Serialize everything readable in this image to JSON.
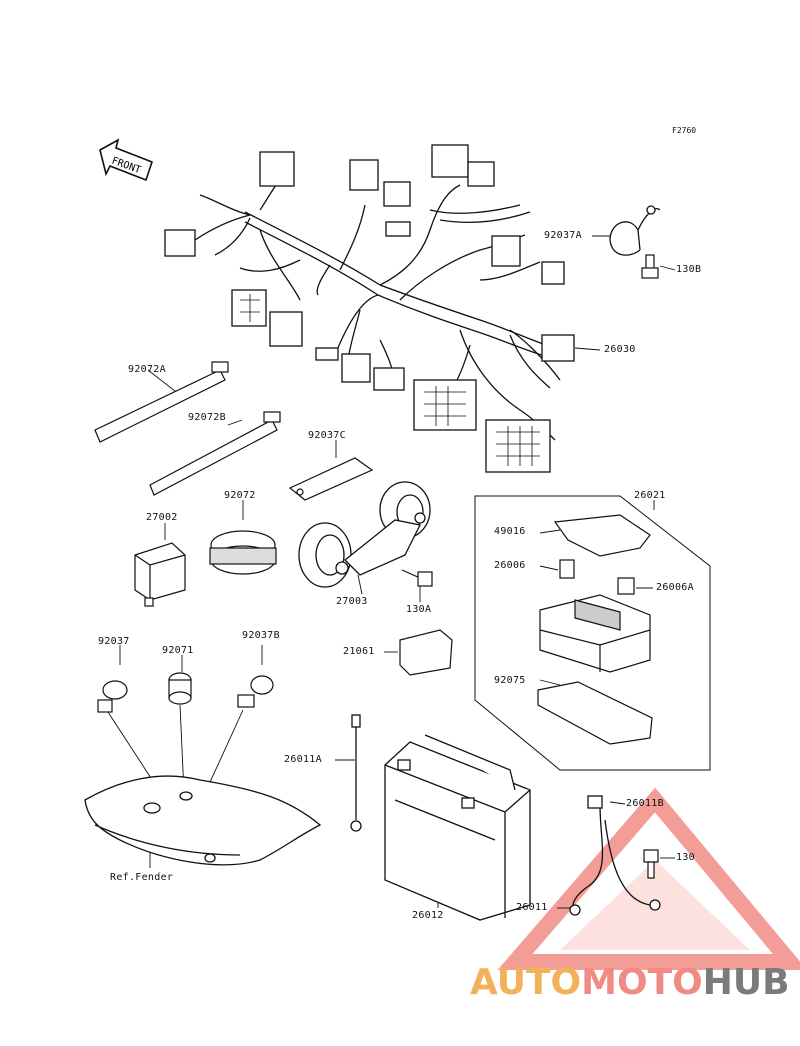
{
  "figure_code": "F2760",
  "front_label": "FRONT",
  "labels": {
    "p92037A": "92037A",
    "p130B": "130B",
    "p26030": "26030",
    "p92072A": "92072A",
    "p92072B": "92072B",
    "p92037C": "92037C",
    "p92072": "92072",
    "p27002": "27002",
    "p27003": "27003",
    "p130A": "130A",
    "p26021": "26021",
    "p49016": "49016",
    "p26006": "26006",
    "p26006A": "26006A",
    "p92075": "92075",
    "p21061": "21061",
    "p92037": "92037",
    "p92071": "92071",
    "p92037B": "92037B",
    "p26011A": "26011A",
    "p26011B": "26011B",
    "p130": "130",
    "p26011": "26011",
    "p26012": "26012",
    "ref_fender": "Ref.Fender"
  },
  "watermark": {
    "part1": "AUTO",
    "part2": "MOTO",
    "part3": "HUB",
    "colors": {
      "auto": "#f3b15a",
      "moto": "#f08a84",
      "hub": "#7b7b7b",
      "triangle": "#f28c86"
    }
  }
}
